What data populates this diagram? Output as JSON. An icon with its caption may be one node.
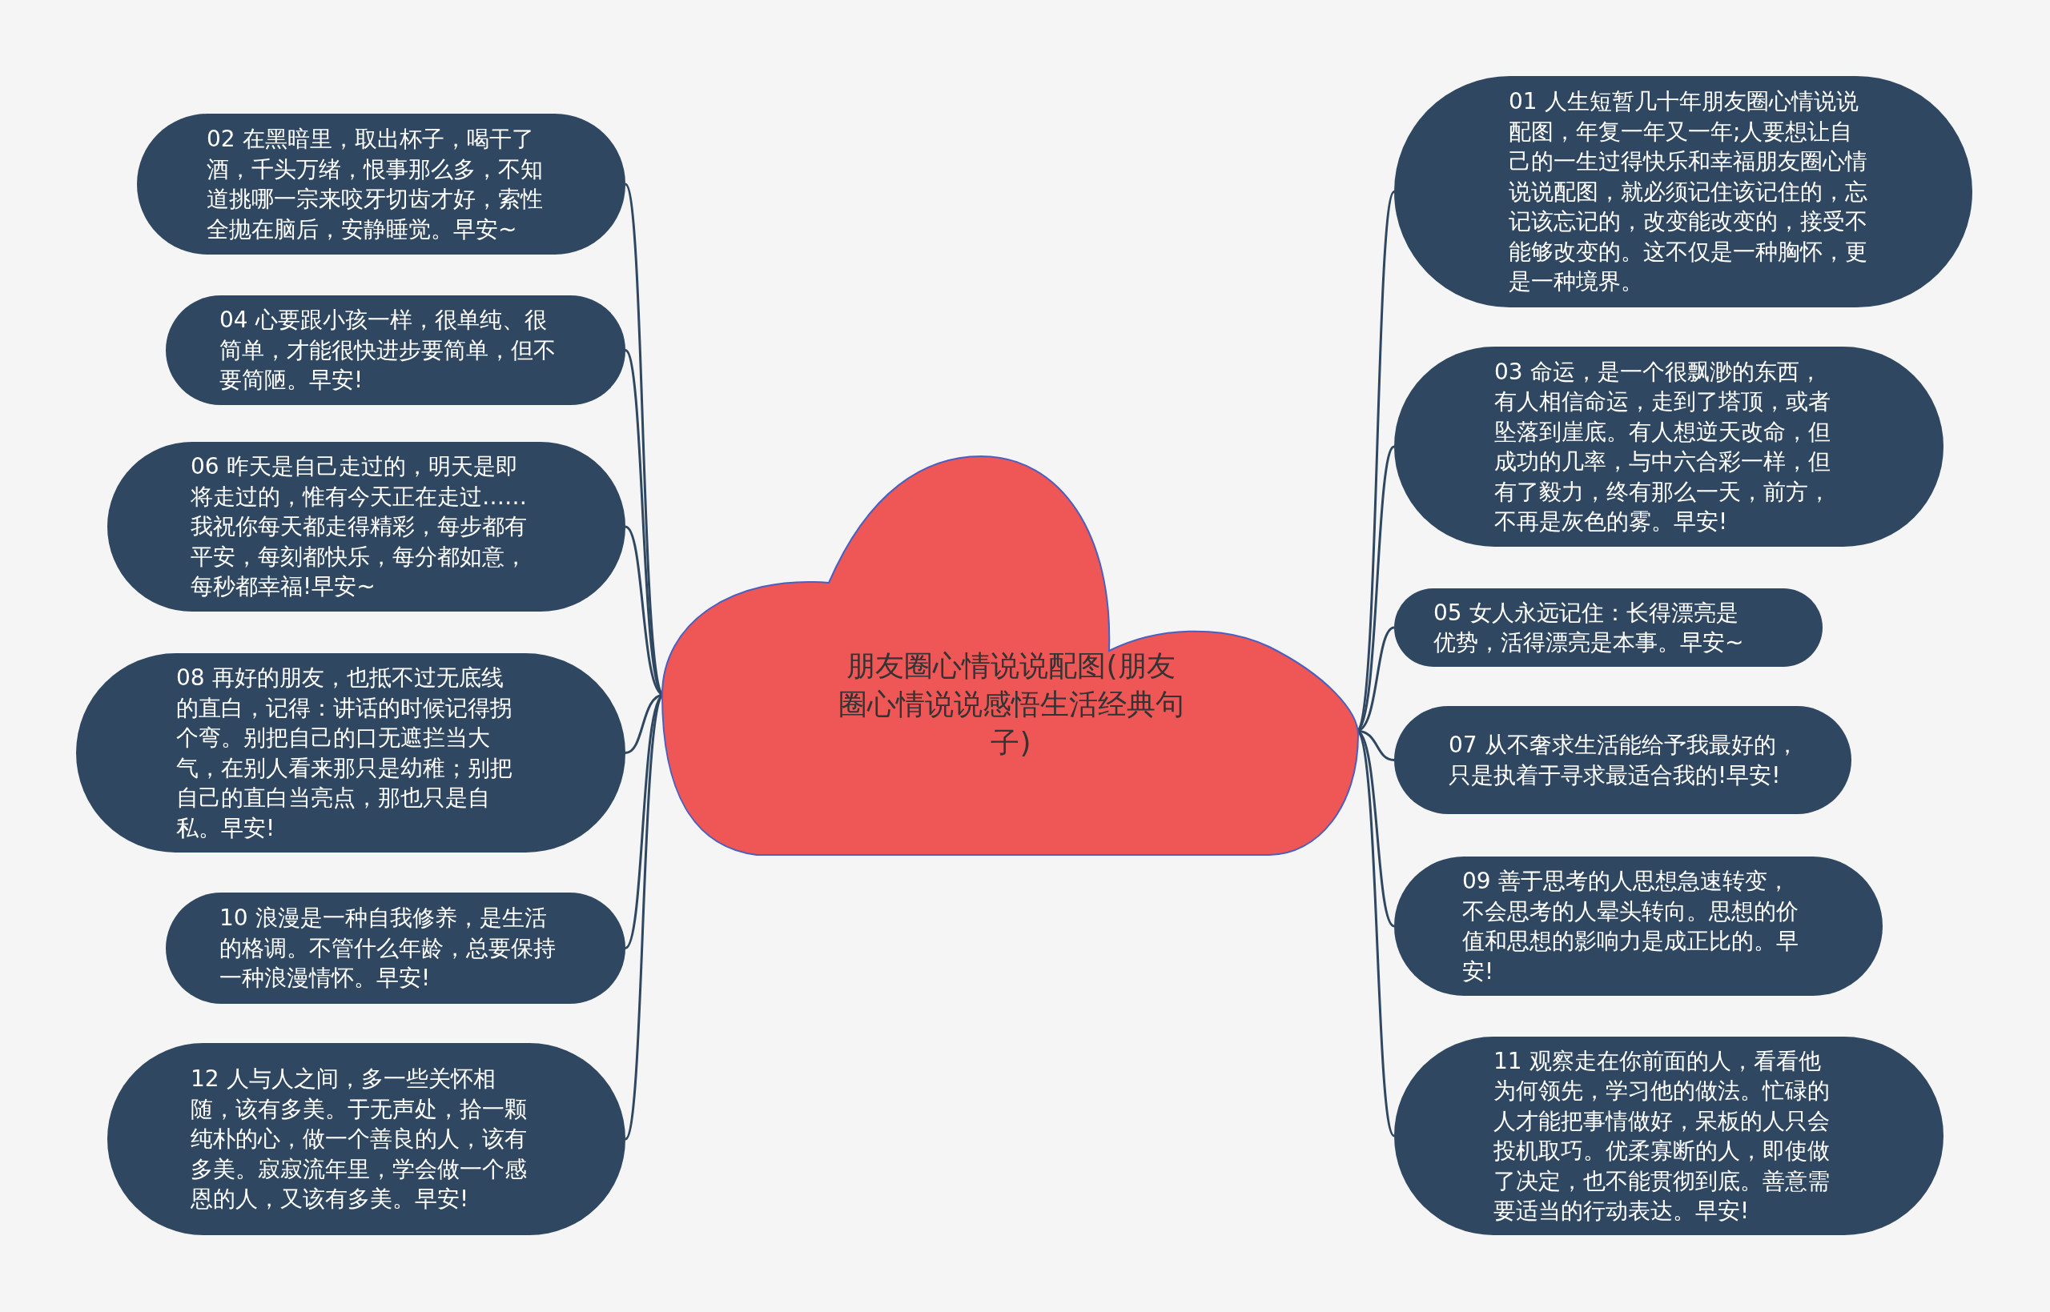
{
  "diagram": {
    "nodes": [
      {
        "text": [
          "朋友圈心情说说配图(朋友圈心情说说感悟生活经典句子)"
        ]
      },
      {
        "text": [
          "01 人生短暂几十年朋友圈心情说说配图，年复一年又一年;人要想让自己的一生过得快乐和幸福朋友圈心情说说配图，就必须记住该记住的，忘记该忘记的，改变能改变的，接受不能够改变的。这不仅是一种胸怀，更是一种境界。"
        ]
      },
      {
        "text": [
          "02 在黑暗里，取出杯子，喝干了酒，千头万绪，恨事那么多，不知道挑哪一宗来咬牙切齿才好，索性全抛在脑后，安静睡觉。早安~"
        ]
      },
      {
        "text": [
          "03 命运，是一个很飘渺的东西，有人相信命运，走到了塔顶，或者坠落到崖底。有人想逆天改命，但成功的几率，与中六合彩一样，但有了毅力，终有那么一天，前方，不再是灰色的雾。早安!"
        ]
      },
      {
        "text": [
          "04 心要跟小孩一样，很单纯、很简单，才能很快进步要简单，但不要简陋。早安!"
        ]
      },
      {
        "text": [
          "05 女人永远记住：长得漂亮是优势，活得漂亮是本事。早安~"
        ]
      },
      {
        "text": [
          "06 昨天是自己走过的，明天是即将走过的，惟有今天正在走过……我祝你每天都走得精彩，每步都有平安，每刻都快乐，每分都如意，每秒都幸福!早安~"
        ]
      },
      {
        "text": [
          "07 从不奢求生活能给予我最好的，只是执着于寻求最适合我的!早安!"
        ]
      },
      {
        "text": [
          "08 再好的朋友，也抵不过无底线的直白，记得：讲话的时候记得拐个弯。别把自己的口无遮拦当大气，在别人看来那只是幼稚；别把自己的直白当亮点，那也只是自私。早安!"
        ]
      },
      {
        "text": [
          "09 善于思考的人思想急速转变，不会思考的人晕头转向。思想的价值和思想的影响力是成正比的。早安!"
        ]
      },
      {
        "text": [
          "10 浪漫是一种自我修养，是生活的格调。不管什么年龄，总要保持一种浪漫情怀。早安!"
        ]
      },
      {
        "text": [
          "11 观察走在你前面的人，看看他为何领先，学习他的做法。忙碌的人才能把事情做好，呆板的人只会投机取巧。优柔寡断的人，即使做了决定，也不能贯彻到底。善意需要适当的行动表达。早安!"
        ]
      },
      {
        "text": [
          "12 人与人之间，多一些关怀相随，该有多美。于无声处，拾一颗纯朴的心，做一个善良的人，该有多美。寂寂流年里，学会做一个感恩的人，又该有多美。早安!"
        ]
      }
    ],
    "edges": [
      {
        "from": 0,
        "to": 1,
        "arrow": "none"
      },
      {
        "from": 0,
        "to": 2,
        "arrow": "none"
      },
      {
        "from": 0,
        "to": 3,
        "arrow": "none"
      },
      {
        "from": 0,
        "to": 4,
        "arrow": "none"
      },
      {
        "from": 0,
        "to": 5,
        "arrow": "none"
      },
      {
        "from": 0,
        "to": 6,
        "arrow": "none"
      },
      {
        "from": 0,
        "to": 7,
        "arrow": "none"
      },
      {
        "from": 0,
        "to": 8,
        "arrow": "none"
      },
      {
        "from": 0,
        "to": 9,
        "arrow": "none"
      },
      {
        "from": 0,
        "to": 10,
        "arrow": "none"
      },
      {
        "from": 0,
        "to": 11,
        "arrow": "none"
      },
      {
        "from": 0,
        "to": 12,
        "arrow": "none"
      }
    ]
  }
}
